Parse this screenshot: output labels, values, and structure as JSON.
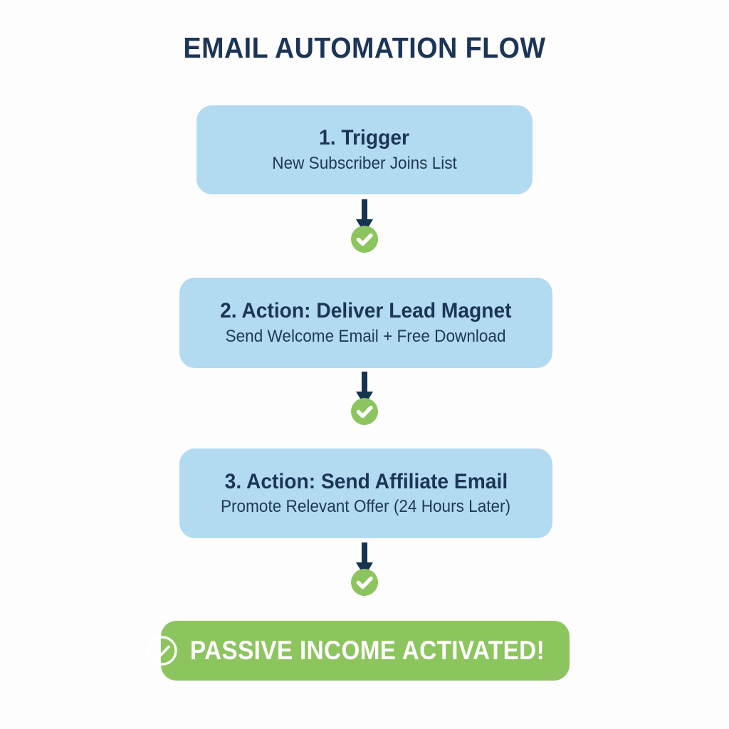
{
  "diagram": {
    "title": "EMAIL AUTOMATION FLOW",
    "background_color": "#fdfdfd",
    "box_color": "#b2daf0",
    "text_color": "#1c3557",
    "accent_green": "#8cc45e",
    "arrow_color": "#16334f",
    "steps": [
      {
        "title": "1. Trigger",
        "subtitle": "New Subscriber Joins List"
      },
      {
        "title": "2. Action: Deliver Lead Magnet",
        "subtitle": "Send Welcome Email + Free Download"
      },
      {
        "title": "3. Action: Send Affiliate Email",
        "subtitle": "Promote Relevant Offer (24 Hours Later)"
      }
    ],
    "connectors": [
      {
        "icon": "check-circle-icon"
      },
      {
        "icon": "check-circle-icon"
      },
      {
        "icon": "check-circle-icon"
      }
    ],
    "result_banner": {
      "icon": "check-circle-outline-icon",
      "label": "PASSIVE INCOME ACTIVATED!"
    }
  }
}
